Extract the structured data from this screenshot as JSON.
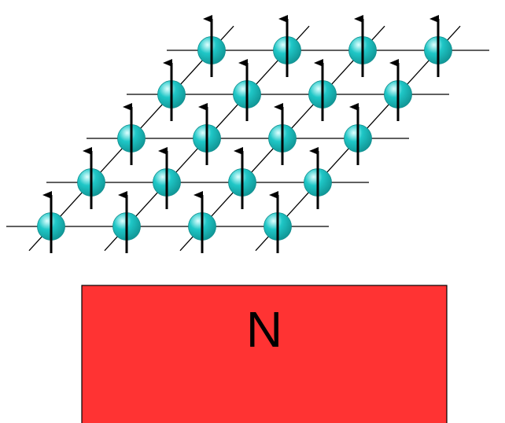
{
  "lattice": {
    "rows": 5,
    "columns": 4,
    "spin_direction": "up"
  },
  "magnet": {
    "label": "N"
  },
  "colors": {
    "atom": "#1FC7C7",
    "atom_highlight": "#DFFFFF",
    "lattice_line": "#000000",
    "spin_arrow": "#000000",
    "magnet_fill": "#FF3333",
    "magnet_border": "#000000"
  }
}
